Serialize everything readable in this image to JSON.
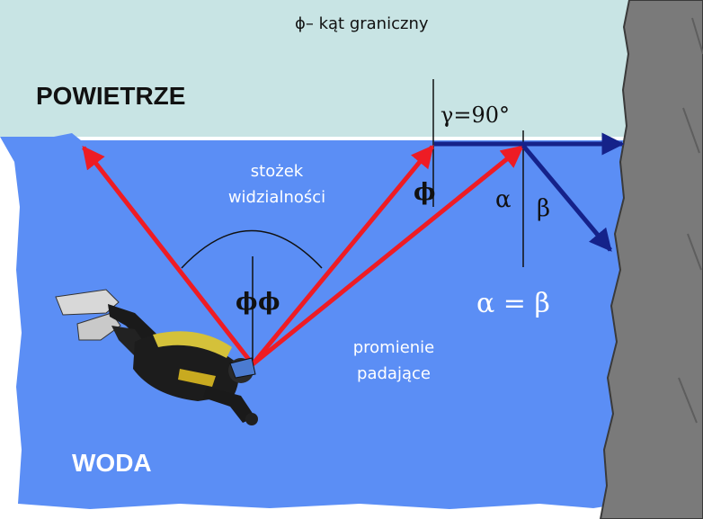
{
  "labels": {
    "critical_angle_note": "ϕ– kąt graniczny",
    "air": "POWIETRZE",
    "water": "WODA",
    "cone_line1": "stożek",
    "cone_line2": "widzialności",
    "rays_line1": "promienie",
    "rays_line2": "padające",
    "gamma": "γ=90°",
    "phi_grazing": "ϕ",
    "phi_left": "ϕ",
    "phi_right": "ϕ",
    "alpha": "α",
    "beta": "β",
    "alpha_eq_beta": "α = β"
  },
  "colors": {
    "air": "#c8e4e4",
    "water": "#5b8ef5",
    "rock": "#7a7a7a",
    "ray_red": "#ee1c24",
    "ray_blue": "#15228a",
    "text_white": "#ffffff",
    "text_dark": "#111111"
  },
  "icons": {
    "diver": "scuba-diver-illustration",
    "rock": "rock-wall"
  }
}
